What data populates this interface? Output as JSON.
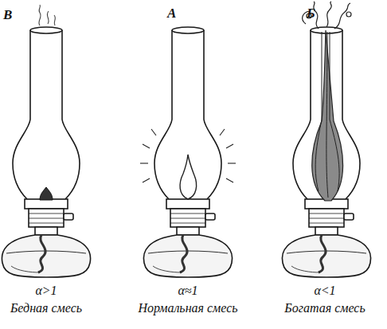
{
  "diagram": {
    "labels": [
      "В",
      "А",
      "Б",
      "α>1",
      "Бедная смесь",
      "α≈1",
      "Нормальная смесь",
      "α<1",
      "Богатая смесь"
    ]
  }
}
